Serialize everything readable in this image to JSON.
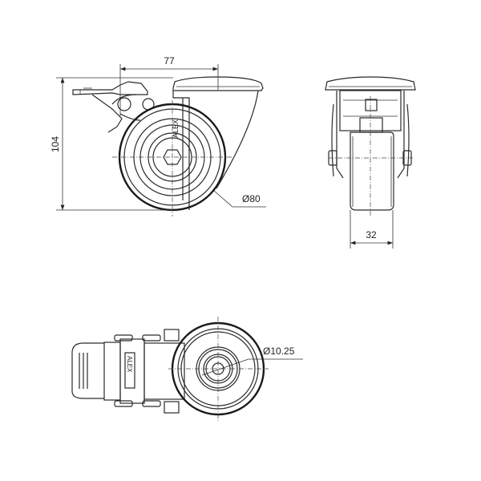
{
  "title": "Caster wheel technical drawing",
  "brand_logo": "ALEX",
  "colors": {
    "line": "#2a2a2a",
    "background": "#ffffff"
  },
  "dimensions": {
    "offset": "77",
    "height": "104",
    "wheel_diameter": "Ø80",
    "wheel_width": "32",
    "bolt_hole_diameter": "Ø10.25"
  }
}
